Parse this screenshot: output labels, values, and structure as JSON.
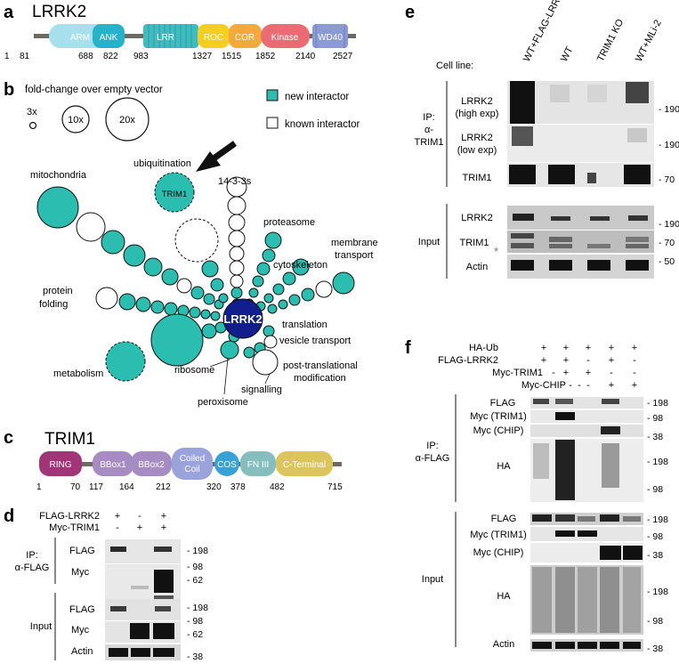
{
  "panels": {
    "a": {
      "letter": "a",
      "title": "LRRK2",
      "domains": [
        {
          "label": "ARM",
          "color": "#a7e0ec"
        },
        {
          "label": "ANK",
          "color": "#26b2c9"
        },
        {
          "label": "LRR",
          "color": "#3fbcc0"
        },
        {
          "label": "ROC",
          "color": "#f4cf1f"
        },
        {
          "label": "COR",
          "color": "#f3a93b"
        },
        {
          "label": "Kinase",
          "color": "#ea6b73"
        },
        {
          "label": "WD40",
          "color": "#8b9ad3"
        }
      ],
      "positions": [
        "1",
        "81",
        "688",
        "822",
        "983",
        "1327",
        "1515",
        "1852",
        "2140",
        "2527"
      ]
    },
    "b": {
      "letter": "b",
      "scale_title": "fold-change over empty vector",
      "scale_labels": [
        "3x",
        "10x",
        "20x"
      ],
      "legend": {
        "new": "new interactor",
        "known": "known interactor"
      },
      "center": "LRRK2",
      "highlight": "TRIM1",
      "categories": [
        "ubiquitination",
        "14-3-3s",
        "mitochondria",
        "proteasome",
        "membrane transport",
        "cytoskeleton",
        "protein folding",
        "translation",
        "vesicle transport",
        "metabolism",
        "ribosome",
        "post-translational modification",
        "signalling",
        "peroxisome"
      ],
      "colors": {
        "new": "#2bbdb0",
        "center": "#111e8c"
      }
    },
    "c": {
      "letter": "c",
      "title": "TRIM1",
      "domains": [
        {
          "label": "RING",
          "color": "#a23577"
        },
        {
          "label": "BBox1",
          "color": "#a78bc3"
        },
        {
          "label": "BBox2",
          "color": "#a78bc3"
        },
        {
          "label": "Coiled Coil",
          "color": "#9aa3dc"
        },
        {
          "label": "COS",
          "color": "#3aa1d6"
        },
        {
          "label": "FN III",
          "color": "#86bec0"
        },
        {
          "label": "C-Terminal",
          "color": "#dcc65b"
        }
      ],
      "positions": [
        "1",
        "70",
        "117",
        "164",
        "212",
        "320",
        "378",
        "482",
        "715"
      ]
    },
    "d": {
      "letter": "d",
      "rows": [
        {
          "label": "FLAG-LRRK2",
          "signs": [
            "+",
            "-",
            "+"
          ]
        },
        {
          "label": "Myc-TRIM1",
          "signs": [
            "-",
            "+",
            "+"
          ]
        }
      ],
      "ip_label": [
        "IP:",
        "α-FLAG"
      ],
      "input_label": "Input",
      "blots": [
        {
          "label": "FLAG",
          "markers": [
            "- 198"
          ]
        },
        {
          "label": "Myc",
          "markers": [
            "- 98",
            "- 62"
          ]
        },
        {
          "label": "FLAG",
          "markers": [
            "- 198"
          ]
        },
        {
          "label": "Myc",
          "markers": [
            "- 98",
            "- 62"
          ]
        },
        {
          "label": "Actin",
          "markers": [
            "- 38"
          ]
        }
      ]
    },
    "e": {
      "letter": "e",
      "cell_line_label": "Cell line:",
      "lanes": [
        "WT+FLAG-LRRK2",
        "WT",
        "TRIM1 KO",
        "WT+MLi-2"
      ],
      "ip_label": [
        "IP:",
        "α-",
        "TRIM1"
      ],
      "input_label": "Input",
      "blots": [
        {
          "label": [
            "LRRK2",
            "(high exp)"
          ],
          "marker": "- 190"
        },
        {
          "label": [
            "LRRK2",
            "(low exp)"
          ],
          "marker": "- 190"
        },
        {
          "label": [
            "TRIM1"
          ],
          "marker": "- 70"
        },
        {
          "label": [
            "LRRK2"
          ],
          "marker": "- 190"
        },
        {
          "label": [
            "TRIM1"
          ],
          "marker": "- 70"
        },
        {
          "label": [
            "Actin"
          ],
          "marker": "- 50"
        }
      ],
      "asterisk": "*"
    },
    "f": {
      "letter": "f",
      "rows": [
        {
          "label": "HA-Ub",
          "signs": [
            "+",
            "+",
            "+",
            "+",
            "+"
          ]
        },
        {
          "label": "FLAG-LRRK2",
          "signs": [
            "+",
            "+",
            "-",
            "+",
            "-"
          ]
        },
        {
          "label": "Myc-TRIM1",
          "signs": [
            "-",
            "+",
            "+",
            "-",
            "-"
          ]
        },
        {
          "label": "Myc-CHIP",
          "signs": [
            "-",
            "-",
            "-",
            "+",
            "+"
          ]
        }
      ],
      "ip_label": [
        "IP:",
        "α-FLAG"
      ],
      "input_label": "Input",
      "blots": [
        {
          "label": "FLAG",
          "marker": "- 198"
        },
        {
          "label": "Myc (TRIM1)",
          "marker": "- 98"
        },
        {
          "label": "Myc (CHIP)",
          "marker": "- 38"
        },
        {
          "label": "HA",
          "markers": [
            "- 198",
            "- 98"
          ]
        },
        {
          "label": "FLAG",
          "marker": "- 198"
        },
        {
          "label": "Myc (TRIM1)",
          "marker": "- 98"
        },
        {
          "label": "Myc (CHIP)",
          "marker": "- 38"
        },
        {
          "label": "HA",
          "markers": [
            "- 198",
            "- 98"
          ]
        },
        {
          "label": "Actin",
          "marker": "- 38"
        }
      ]
    }
  }
}
